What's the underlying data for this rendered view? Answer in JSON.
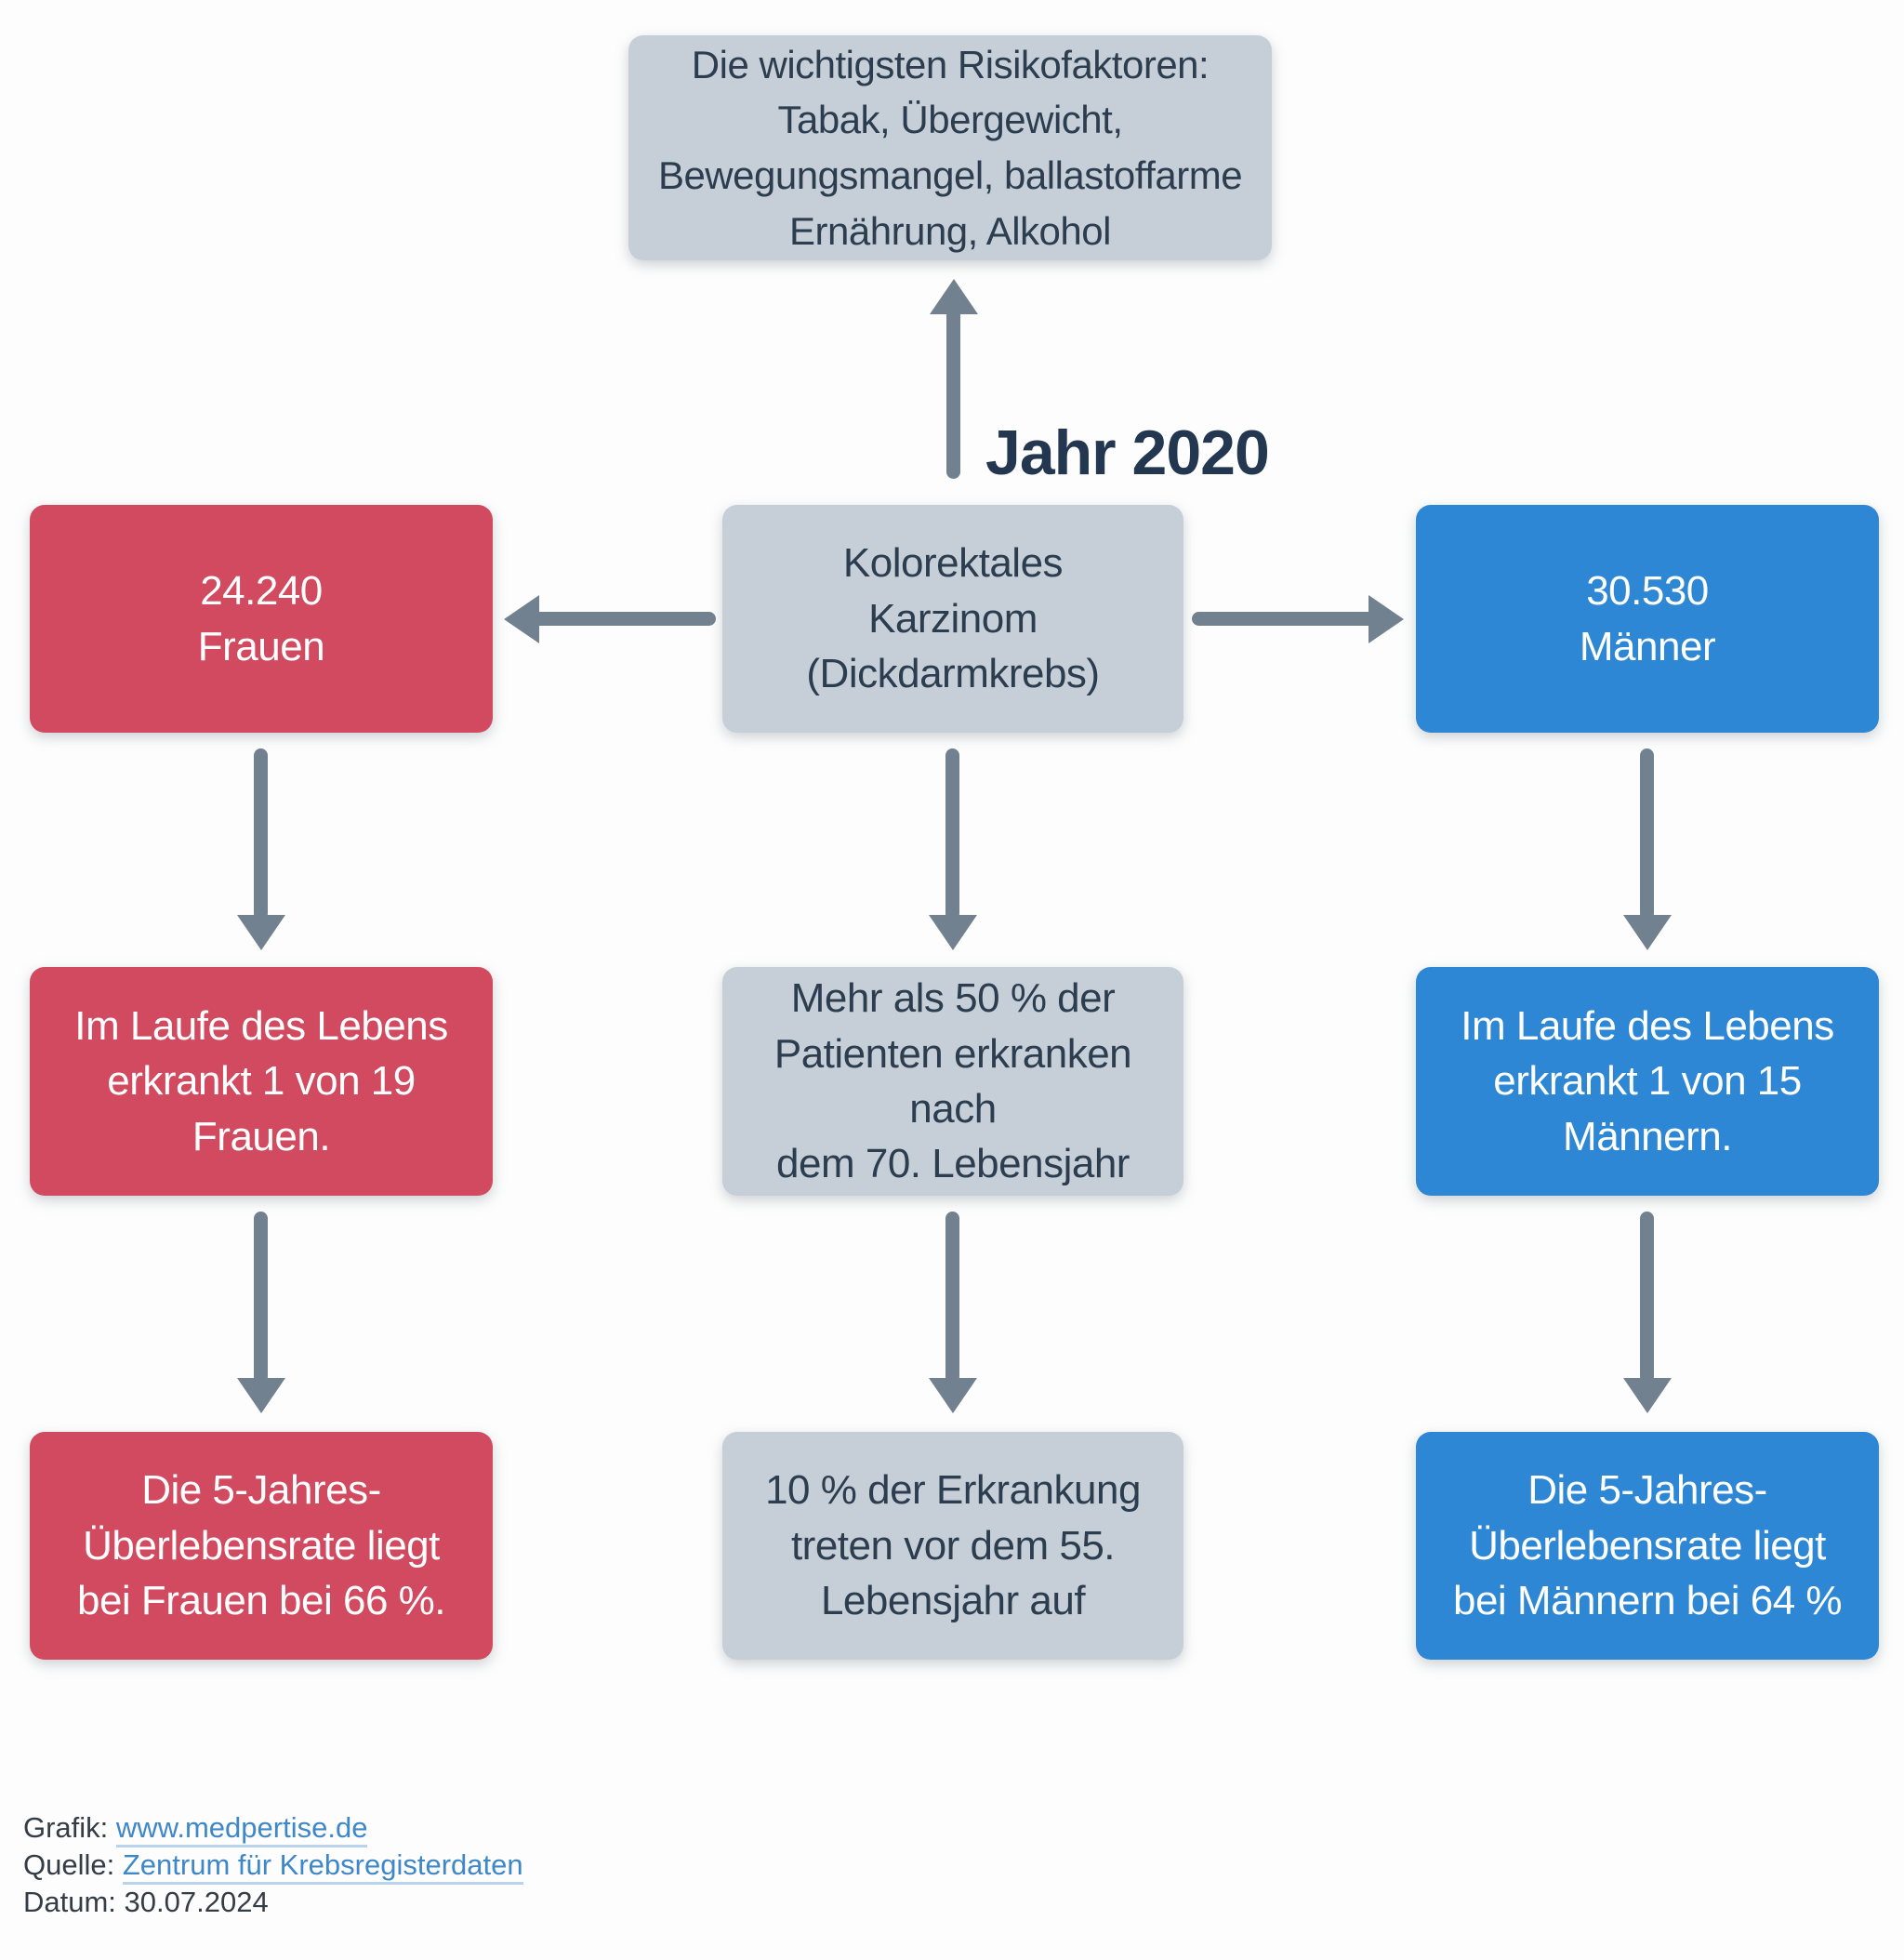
{
  "diagram": {
    "year_label": "Jahr 2020",
    "risk_box": "Die wichtigsten Risikofaktoren:\nTabak, Übergewicht,\nBewegungsmangel, ballastoffarme\nErnährung, Alkohol",
    "center_box": "Kolorektales\nKarzinom\n(Dickdarmkrebs)",
    "women": {
      "count": "24.240\nFrauen",
      "lifetime": "Im Laufe des Lebens\nerkrankt 1 von 19\nFrauen.",
      "survival": "Die 5-Jahres-\nÜberlebensrate liegt\nbei Frauen bei 66 %."
    },
    "men": {
      "count": "30.530\nMänner",
      "lifetime": "Im Laufe des Lebens\nerkrankt 1 von 15\nMännern.",
      "survival": "Die 5-Jahres-\nÜberlebensrate liegt\nbei Männern bei 64 %"
    },
    "age": {
      "over70": "Mehr als 50 % der\nPatienten erkranken nach\ndem 70. Lebensjahr",
      "under55": "10 % der Erkrankung\ntreten vor dem 55.\nLebensjahr auf"
    }
  },
  "footer": {
    "grafik_label": "Grafik:",
    "grafik_link": "www.medpertise.de",
    "quelle_label": "Quelle:",
    "quelle_link": "Zentrum für Krebsregisterdaten",
    "datum_label": "Datum:",
    "datum_value": "30.07.2024"
  },
  "colors": {
    "red_box": "#d14a5f",
    "blue_box": "#2d87d4",
    "gray_box": "#c6cfd8",
    "arrow": "#72818f",
    "dark_text": "#2c3d4f",
    "link": "#3e88c9"
  }
}
